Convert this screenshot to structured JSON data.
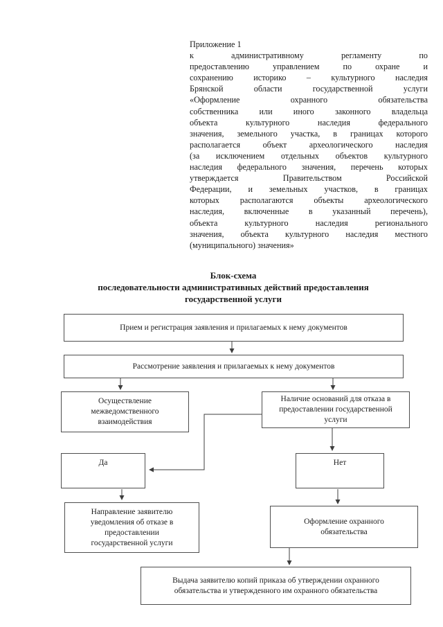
{
  "colors": {
    "paper": "#ffffff",
    "ink": "#1c1c1c",
    "line": "#3d3d3d",
    "border": "#4d4d4d"
  },
  "document": {
    "appendix": {
      "lines": [
        "Приложение 1",
        "к административному регламенту по",
        "предоставлению управлением по охране и",
        "сохранению историко – культурного наследия",
        "Брянской области государственной услуги",
        "«Оформление охранного обязательства",
        "собственника или иного законного владельца",
        "объекта культурного наследия федерального",
        "значения, земельного участка, в границах которого",
        "располагается объект археологического наследия",
        "(за исключением отдельных объектов культурного",
        "наследия федерального значения, перечень которых",
        "утверждается Правительством Российской",
        "Федерации, и земельных участков, в границах",
        "которых располагаются объекты археологического",
        "наследия, включенные в указанный перечень),",
        "объекта культурного наследия регионального",
        "значения, объекта культурного наследия местного",
        "(муниципального) значения»"
      ]
    },
    "title": {
      "line1": "Блок-схема",
      "line2": "последовательности административных действий предоставления",
      "line3": "государственной услуги"
    },
    "flowchart": {
      "receive": "Прием и регистрация заявления и прилагаемых к нему документов",
      "review": "Рассмотрение заявления и прилагаемых к нему документов",
      "interagency": "Осуществление\nмежведомственного\nвзаимодействия",
      "grounds": "Наличие оснований для отказа в\nпредоставлении государственной\nуслуги",
      "yes": "Да",
      "no": "Нет",
      "refusal": "Направление заявителю\nуведомления об отказе в\nпредоставлении\nгосударственной услуги",
      "obligation": "Оформление охранного\nобязательства",
      "issue": "Выдача заявителю копий приказа об утверждении охранного\nобязательства и утвержденного им охранного обязательства"
    }
  }
}
